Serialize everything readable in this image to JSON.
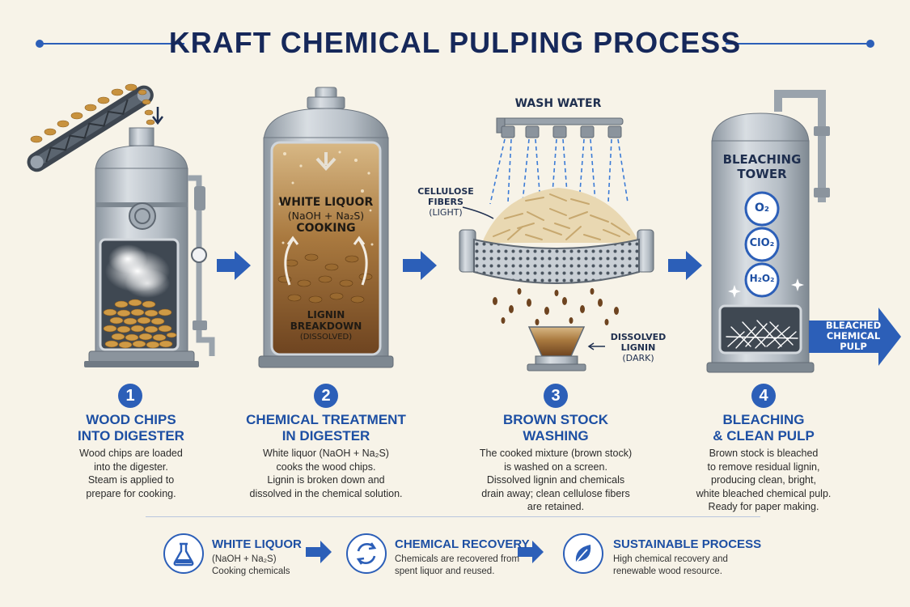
{
  "title": "KRAFT CHEMICAL PULPING PROCESS",
  "labels": {
    "white_liquor_l1": "WHITE LIQUOR",
    "white_liquor_formula": "(NaOH + Na₂S)",
    "cooking": "COOKING",
    "lignin_breakdown_l1": "LIGNIN",
    "lignin_breakdown_l2": "BREAKDOWN",
    "lignin_breakdown_l3": "(DISSOLVED)",
    "wash_water": "WASH WATER",
    "cellulose_l1": "CELLULOSE",
    "cellulose_l2": "FIBERS",
    "cellulose_l3": "(LIGHT)",
    "dissolved_l1": "DISSOLVED",
    "dissolved_l2": "LIGNIN",
    "dissolved_l3": "(DARK)",
    "bleaching_l1": "BLEACHING",
    "bleaching_l2": "TOWER",
    "chem_o2": "O₂",
    "chem_clo2": "ClO₂",
    "chem_h2o2": "H₂O₂",
    "output_l1": "BLEACHED",
    "output_l2": "CHEMICAL",
    "output_l3": "PULP"
  },
  "steps": [
    {
      "num": "1",
      "title_l1": "WOOD CHIPS",
      "title_l2": "INTO DIGESTER",
      "desc": [
        "Wood chips are loaded",
        "into the digester.",
        "Steam is applied to",
        "prepare for cooking."
      ]
    },
    {
      "num": "2",
      "title_l1": "CHEMICAL TREATMENT",
      "title_l2": "IN DIGESTER",
      "desc": [
        "White liquor (NaOH + Na₂S)",
        "cooks the wood chips.",
        "Lignin is broken down and",
        "dissolved in the chemical solution."
      ]
    },
    {
      "num": "3",
      "title_l1": "BROWN STOCK",
      "title_l2": "WASHING",
      "desc": [
        "The cooked mixture (brown stock)",
        "is washed on a screen.",
        "Dissolved lignin and chemicals",
        "drain away; clean cellulose fibers",
        "are retained."
      ]
    },
    {
      "num": "4",
      "title_l1": "BLEACHING",
      "title_l2": "& CLEAN PULP",
      "desc": [
        "Brown stock is bleached",
        "to remove residual lignin,",
        "producing clean, bright,",
        "white bleached chemical pulp.",
        "Ready for paper making."
      ]
    }
  ],
  "footer": [
    {
      "title": "WHITE LIQUOR",
      "lines": [
        "(NaOH + Na₂S)",
        "Cooking chemicals"
      ],
      "icon": "flask-icon"
    },
    {
      "title": "CHEMICAL RECOVERY",
      "lines": [
        "Chemicals are recovered from",
        "spent liquor and reused."
      ],
      "icon": "recycle-icon"
    },
    {
      "title": "SUSTAINABLE PROCESS",
      "lines": [
        "High chemical recovery and",
        "renewable wood resource."
      ],
      "icon": "leaf-icon"
    }
  ],
  "colors": {
    "accent": "#2c5fb8",
    "title": "#16285a",
    "background": "#f7f3e8",
    "steel": "#a9b2bb",
    "liquor": "#8a5a2b"
  }
}
